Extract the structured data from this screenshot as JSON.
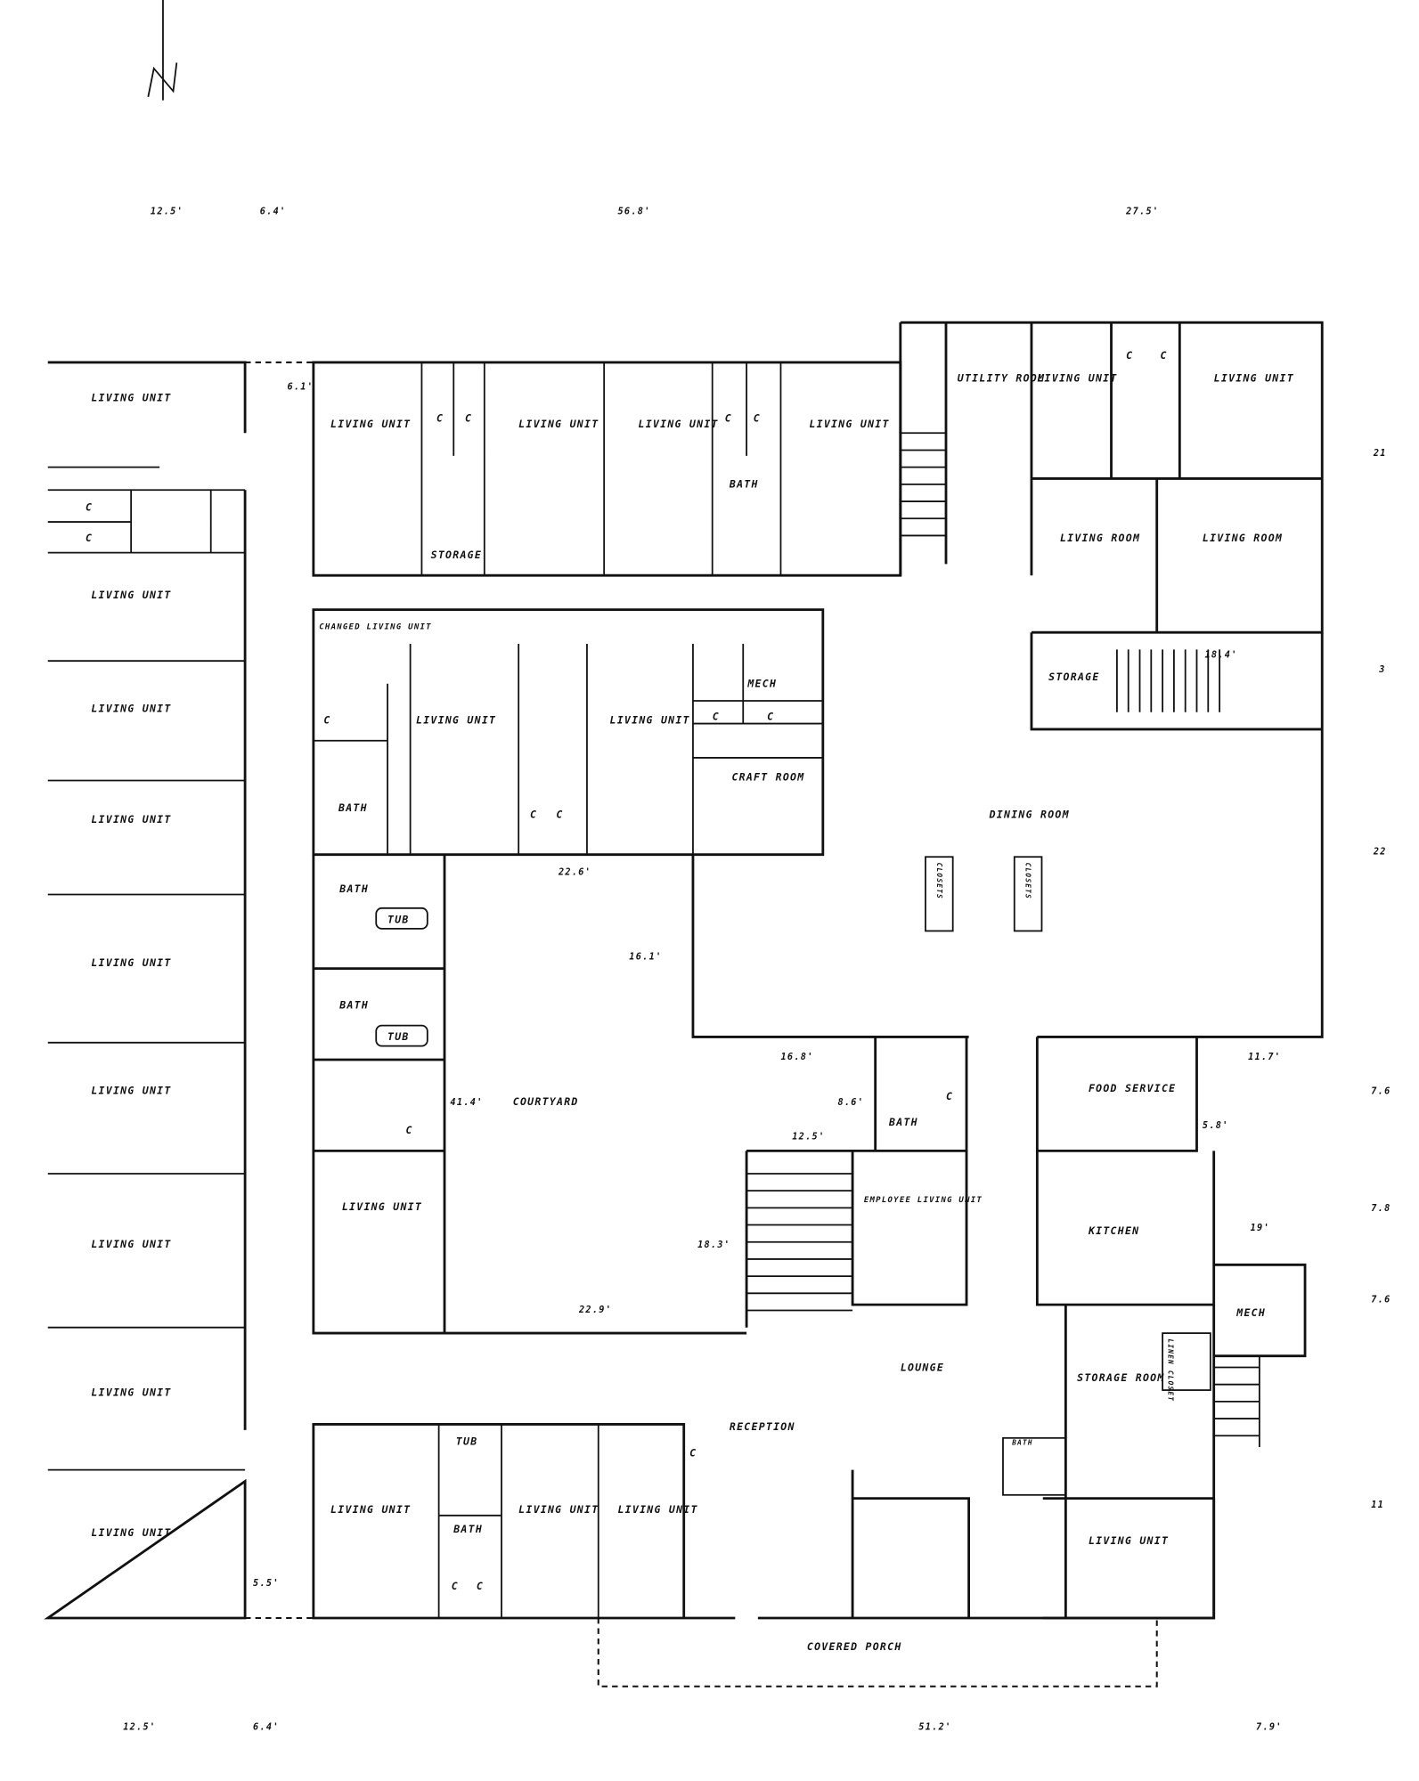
{
  "north_arrow": {
    "label": "N"
  },
  "dimensions": {
    "top": [
      "12.5'",
      "6.4'",
      "56.8'",
      "27.5'"
    ],
    "bottom": [
      "12.5'",
      "6.4'",
      "51.2'",
      "7.9'"
    ],
    "right": [
      "21",
      "3",
      "22",
      "7.6",
      "7.8",
      "7.6",
      "11"
    ],
    "interior": [
      "6.1'",
      "22.6'",
      "16.1'",
      "16.8'",
      "8.6'",
      "12.5'",
      "18.3'",
      "41.4'",
      "22.9'",
      "18.4'",
      "11.7'",
      "5.8'",
      "19'",
      "5.5'"
    ]
  },
  "rooms": {
    "living_unit": "LIVING UNIT",
    "bath": "BATH",
    "storage": "STORAGE",
    "utility_room": "UTILITY ROOM",
    "living_room": "LIVING ROOM",
    "changed_living_unit": "CHANGED LIVING UNIT",
    "mech": "MECH",
    "craft_room": "CRAFT ROOM",
    "dining_room": "DINING ROOM",
    "closets": "CLOSETS",
    "tub": "TUB",
    "courtyard": "COURTYARD",
    "food_service": "FOOD SERVICE",
    "kitchen": "KITCHEN",
    "employee_living_unit": "EMPLOYEE LIVING UNIT",
    "lounge": "LOUNGE",
    "reception": "RECEPTION",
    "storage_room": "STORAGE ROOM",
    "linen_closet": "LINEN CLOSET",
    "covered_porch": "COVERED PORCH",
    "closet": "C"
  }
}
